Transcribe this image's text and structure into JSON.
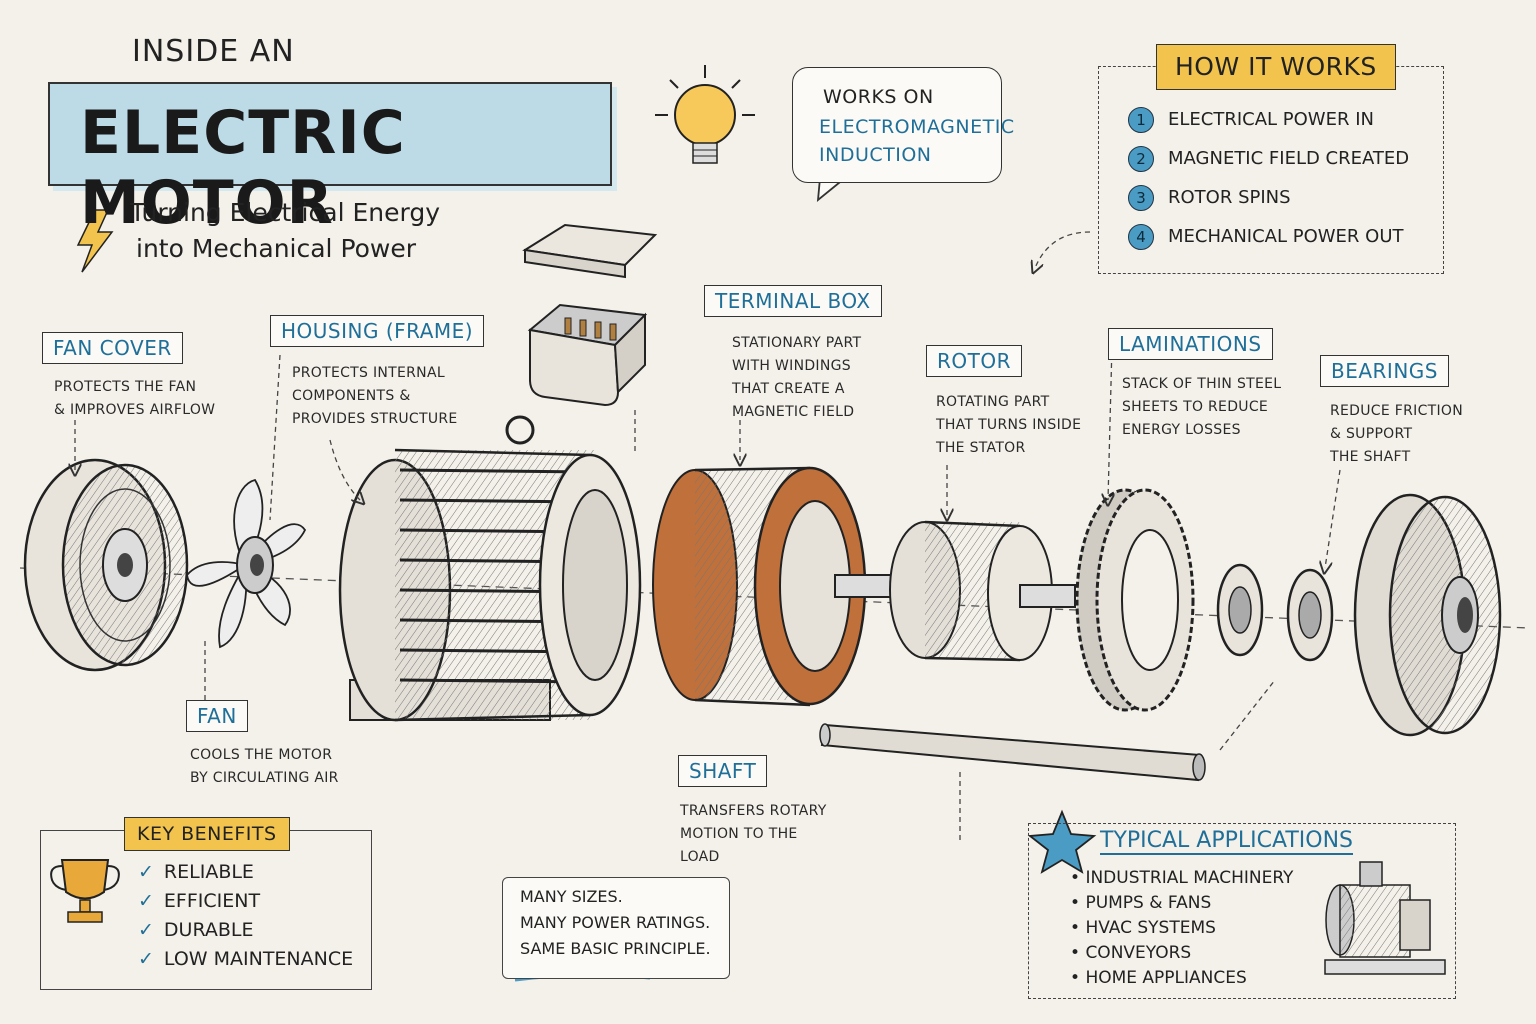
{
  "title": {
    "small": "INSIDE AN",
    "main": "ELECTRIC MOTOR",
    "subtitle_line1": "Turning Electrical Energy",
    "subtitle_line2": "into Mechanical Power"
  },
  "bubble": {
    "line1": "WORKS ON",
    "line2": "ELECTROMAGNETIC",
    "line3": "INDUCTION"
  },
  "how_it_works": {
    "title": "HOW IT WORKS",
    "steps": [
      {
        "num": "1",
        "text": "ELECTRICAL POWER IN"
      },
      {
        "num": "2",
        "text": "MAGNETIC FIELD CREATED"
      },
      {
        "num": "3",
        "text": "ROTOR SPINS"
      },
      {
        "num": "4",
        "text": "MECHANICAL POWER OUT"
      }
    ]
  },
  "parts": {
    "fan_cover": {
      "label": "FAN COVER",
      "desc": [
        "PROTECTS THE FAN",
        "& IMPROVES AIRFLOW"
      ]
    },
    "housing": {
      "label": "HOUSING (FRAME)",
      "desc": [
        "PROTECTS INTERNAL",
        "COMPONENTS &",
        "PROVIDES STRUCTURE"
      ]
    },
    "terminal_box": {
      "label": "TERMINAL BOX",
      "desc": [
        "STATIONARY PART",
        "WITH WINDINGS",
        "THAT CREATE A",
        "MAGNETIC FIELD"
      ]
    },
    "rotor": {
      "label": "ROTOR",
      "desc": [
        "ROTATING PART",
        "THAT TURNS INSIDE",
        "THE STATOR"
      ]
    },
    "laminations": {
      "label": "LAMINATIONS",
      "desc": [
        "STACK OF THIN STEEL",
        "SHEETS TO REDUCE",
        "ENERGY LOSSES"
      ]
    },
    "bearings": {
      "label": "BEARINGS",
      "desc": [
        "REDUCE FRICTION",
        "& SUPPORT",
        "THE SHAFT"
      ]
    },
    "fan": {
      "label": "FAN",
      "desc": [
        "COOLS THE MOTOR",
        "BY CIRCULATING AIR"
      ]
    },
    "shaft": {
      "label": "SHAFT",
      "desc": [
        "TRANSFERS ROTARY",
        "MOTION TO THE",
        "LOAD"
      ]
    }
  },
  "key_benefits": {
    "title": "KEY BENEFITS",
    "items": [
      "RELIABLE",
      "EFFICIENT",
      "DURABLE",
      "LOW MAINTENANCE"
    ]
  },
  "note": {
    "lines": [
      "MANY SIZES.",
      "MANY POWER RATINGS.",
      "SAME BASIC PRINCIPLE."
    ]
  },
  "applications": {
    "title": "TYPICAL APPLICATIONS",
    "items": [
      "INDUSTRIAL MACHINERY",
      "PUMPS & FANS",
      "HVAC SYSTEMS",
      "CONVEYORS",
      "HOME APPLIANCES"
    ]
  },
  "colors": {
    "accent_blue": "#1f6f99",
    "title_highlight": "#bcdbe7",
    "tag_yellow": "#f2c44e",
    "copper": "#c0703a"
  },
  "icons": [
    "lightning-icon",
    "lightbulb-icon",
    "trophy-icon",
    "star-icon",
    "check-icon"
  ]
}
